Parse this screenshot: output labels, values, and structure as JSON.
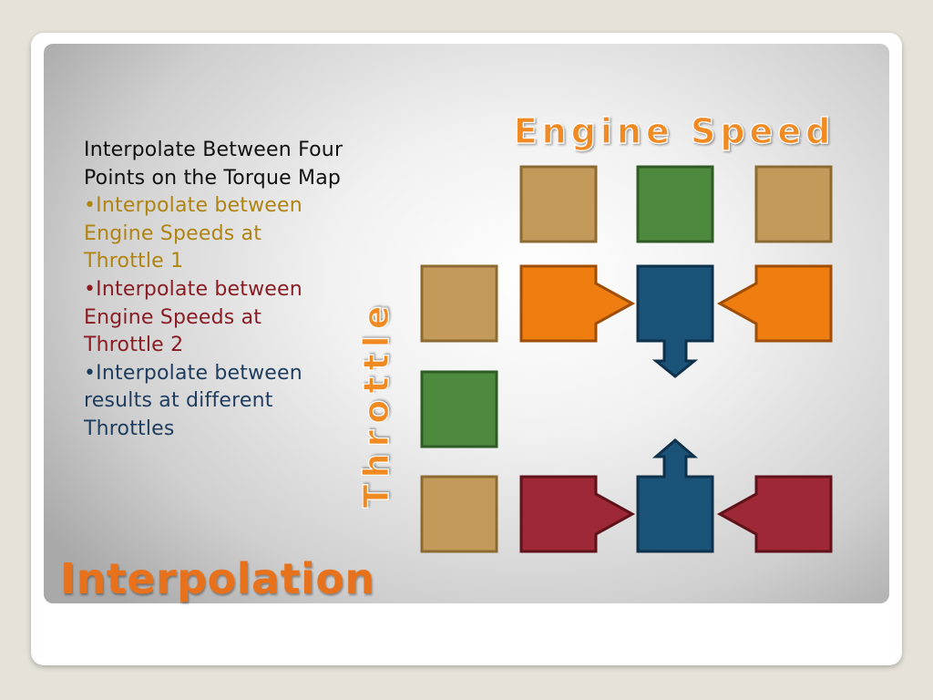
{
  "slide": {
    "title": "Interpolation",
    "intro": "Interpolate Between Four Points on the Torque Map",
    "bullets": [
      {
        "text": "•Interpolate between Engine Speeds at Throttle 1",
        "color": "#b08412"
      },
      {
        "text": "•Interpolate between Engine Speeds at Throttle 2",
        "color": "#8a1c24"
      },
      {
        "text": "•Interpolate between results at different Throttles",
        "color": "#1e3c5e"
      }
    ]
  },
  "diagram": {
    "top_label": "Engine Speed",
    "side_label": "Throttle",
    "colors": {
      "tan": "#c49a5a",
      "green": "#4e8a3e",
      "orange": "#ef7d0f",
      "blue": "#1a5278",
      "red": "#9e2835",
      "label": "#f08a24"
    }
  }
}
